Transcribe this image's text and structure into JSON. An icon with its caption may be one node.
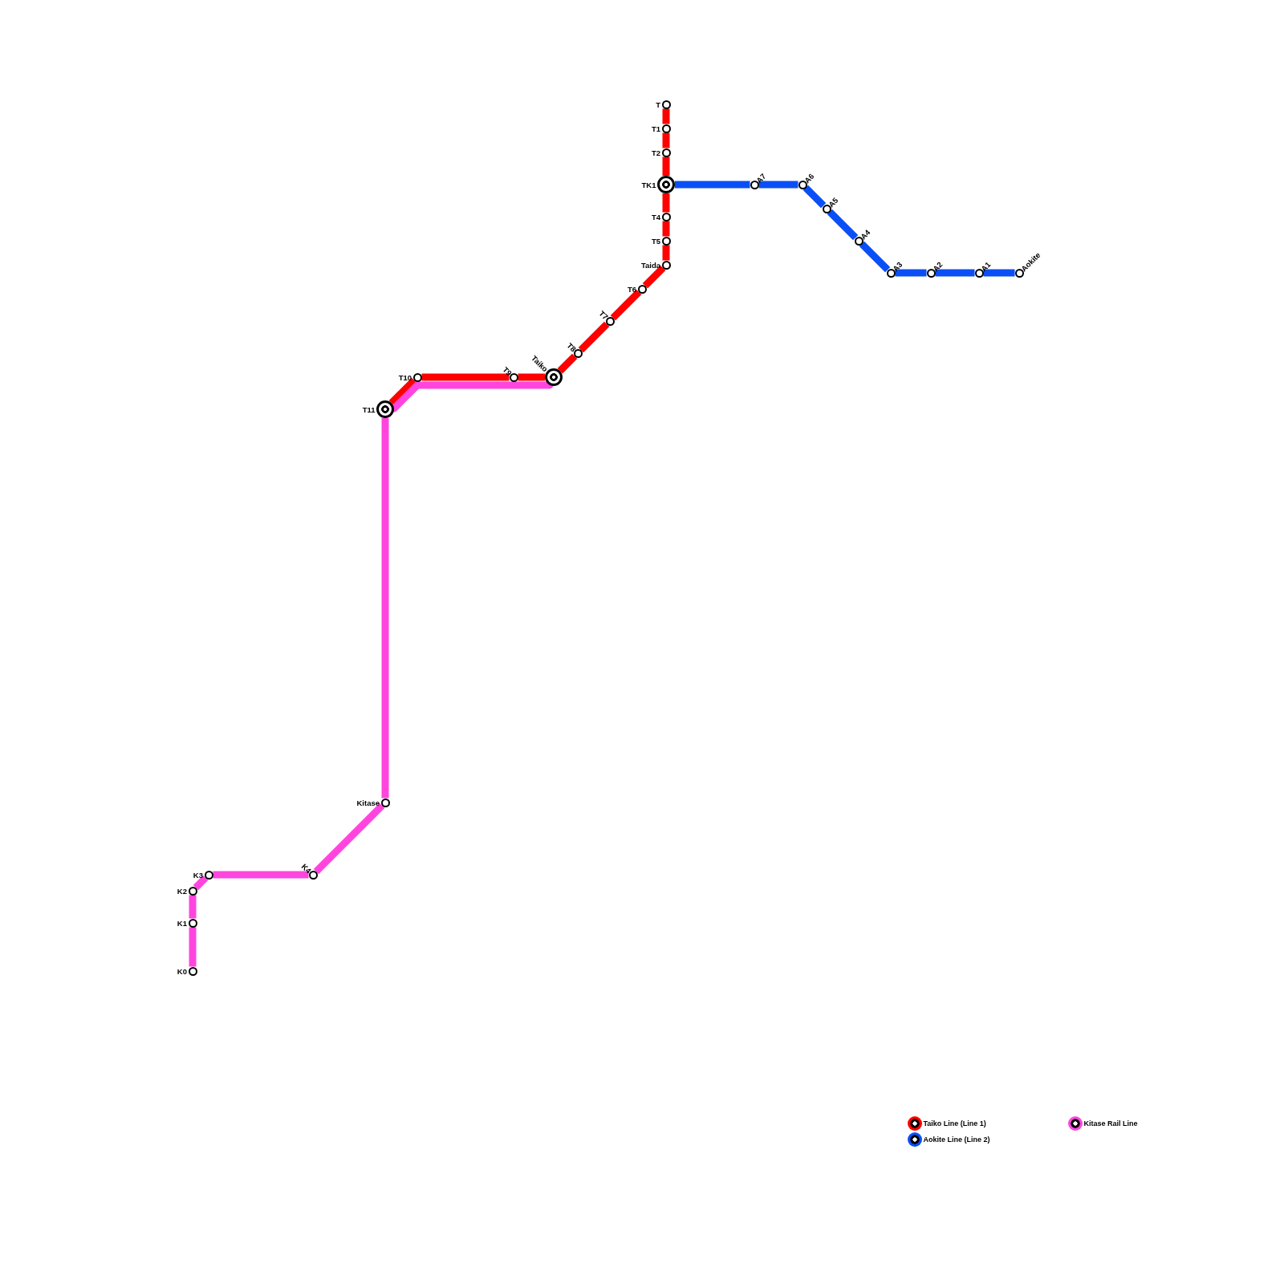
{
  "diagram": {
    "nodes": [
      {
        "text": [
          "T"
        ]
      },
      {
        "text": [
          "T1"
        ]
      },
      {
        "text": [
          "T2"
        ]
      },
      {
        "text": [
          "TK1"
        ]
      },
      {
        "text": [
          "T4"
        ]
      },
      {
        "text": [
          "T5"
        ]
      },
      {
        "text": [
          "Taida"
        ]
      },
      {
        "text": [
          "T6"
        ]
      },
      {
        "text": [
          "T7"
        ]
      },
      {
        "text": [
          "T8"
        ]
      },
      {
        "text": [
          "Taiko"
        ]
      },
      {
        "text": [
          "T9"
        ]
      },
      {
        "text": [
          "T10"
        ]
      },
      {
        "text": [
          "T11"
        ]
      },
      {
        "text": [
          "A7"
        ]
      },
      {
        "text": [
          "A6"
        ]
      },
      {
        "text": [
          "A5"
        ]
      },
      {
        "text": [
          "A4"
        ]
      },
      {
        "text": [
          "A3"
        ]
      },
      {
        "text": [
          "A2"
        ]
      },
      {
        "text": [
          "A1"
        ]
      },
      {
        "text": [
          "Aokite"
        ]
      },
      {
        "text": [
          "Kitase"
        ]
      },
      {
        "text": [
          "K4"
        ]
      },
      {
        "text": [
          "K3"
        ]
      },
      {
        "text": [
          "K2"
        ]
      },
      {
        "text": [
          "K1"
        ]
      },
      {
        "text": [
          "K0"
        ]
      }
    ],
    "edges": [
      {
        "from": 0,
        "to": 1,
        "arrow": "none"
      },
      {
        "from": 1,
        "to": 2,
        "arrow": "none"
      },
      {
        "from": 2,
        "to": 3,
        "arrow": "none"
      },
      {
        "from": 3,
        "to": 4,
        "arrow": "none"
      },
      {
        "from": 4,
        "to": 5,
        "arrow": "none"
      },
      {
        "from": 5,
        "to": 6,
        "arrow": "none"
      },
      {
        "from": 6,
        "to": 7,
        "arrow": "none"
      },
      {
        "from": 7,
        "to": 8,
        "arrow": "none"
      },
      {
        "from": 8,
        "to": 9,
        "arrow": "none"
      },
      {
        "from": 9,
        "to": 10,
        "arrow": "none"
      },
      {
        "from": 10,
        "to": 11,
        "arrow": "none"
      },
      {
        "from": 11,
        "to": 12,
        "arrow": "none"
      },
      {
        "from": 12,
        "to": 13,
        "arrow": "none"
      },
      {
        "from": 3,
        "to": 14,
        "arrow": "none",
        "color": "#0a4ff5"
      },
      {
        "from": 14,
        "to": 15,
        "arrow": "none",
        "color": "#0a4ff5"
      },
      {
        "from": 15,
        "to": 16,
        "arrow": "none",
        "color": "#0a4ff5"
      },
      {
        "from": 16,
        "to": 17,
        "arrow": "none",
        "color": "#0a4ff5"
      },
      {
        "from": 17,
        "to": 18,
        "arrow": "none",
        "color": "#0a4ff5"
      },
      {
        "from": 18,
        "to": 19,
        "arrow": "none",
        "color": "#0a4ff5"
      },
      {
        "from": 19,
        "to": 20,
        "arrow": "none",
        "color": "#0a4ff5"
      },
      {
        "from": 20,
        "to": 21,
        "arrow": "none",
        "color": "#0a4ff5"
      },
      {
        "from": 10,
        "to": 13,
        "arrow": "none",
        "color": "#ff45de"
      },
      {
        "from": 13,
        "to": 22,
        "arrow": "none",
        "color": "#ff45de"
      },
      {
        "from": 22,
        "to": 23,
        "arrow": "none",
        "color": "#ff45de"
      },
      {
        "from": 23,
        "to": 24,
        "arrow": "none",
        "color": "#ff45de"
      },
      {
        "from": 24,
        "to": 25,
        "arrow": "none",
        "color": "#ff45de"
      },
      {
        "from": 25,
        "to": 26,
        "arrow": "none",
        "color": "#ff45de"
      },
      {
        "from": 26,
        "to": 27,
        "arrow": "none",
        "color": "#ff45de"
      }
    ],
    "legend": [
      {
        "text": "Taiko Line (Line 1)",
        "color": "#ff0000"
      },
      {
        "text": "Aokite Line (Line 2)",
        "color": "#0a4ff5"
      },
      {
        "text": "Kitase Rail Line",
        "color": "#ff45de"
      }
    ]
  }
}
